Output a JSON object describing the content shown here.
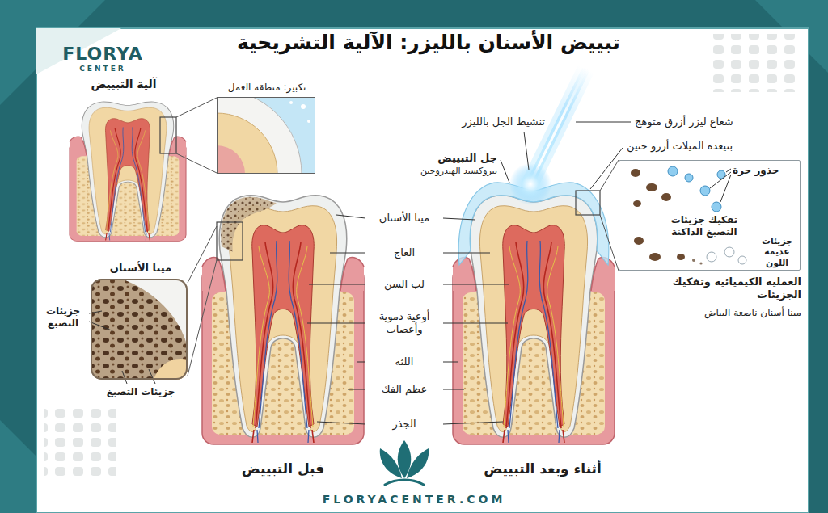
{
  "diagram": {
    "title": "تبييض الأسنان بالليزر: الآلية التشريحية",
    "nodes": [
      {
        "text": [
          "تكبير: منطقة العمل"
        ]
      },
      {
        "text": [
          "مينا الأسنان"
        ]
      },
      {
        "text": [
          "جذور حرة",
          "تفكيك جزيئات التصبغ الداكنة",
          "جزيئات عديمة اللون",
          "العملية الكيميائية وتفكيك الجزيئات",
          "مينا أسنان ناصعة البياض"
        ]
      }
    ],
    "labels": [
      "FLORYA",
      "CENTER",
      "آلية التبييض",
      "جزيئات التصبغ",
      "جزيئات التصبغ",
      "مينا الأسنان",
      "العاج",
      "لب السن",
      "أوعية دموية وأعصاب",
      "اللثة",
      "عظم الفك",
      "الجذر",
      "قبل التبييض",
      "أثناء وبعد التبييض",
      "تنشيط الجل بالليزر",
      "شعاع ليزر أزرق متوهج",
      "بنيعده الميلات أزرو حنين",
      "جل التبييض",
      "بيروكسيد الهيدروجين",
      "FLORYACENTER.COM"
    ]
  }
}
